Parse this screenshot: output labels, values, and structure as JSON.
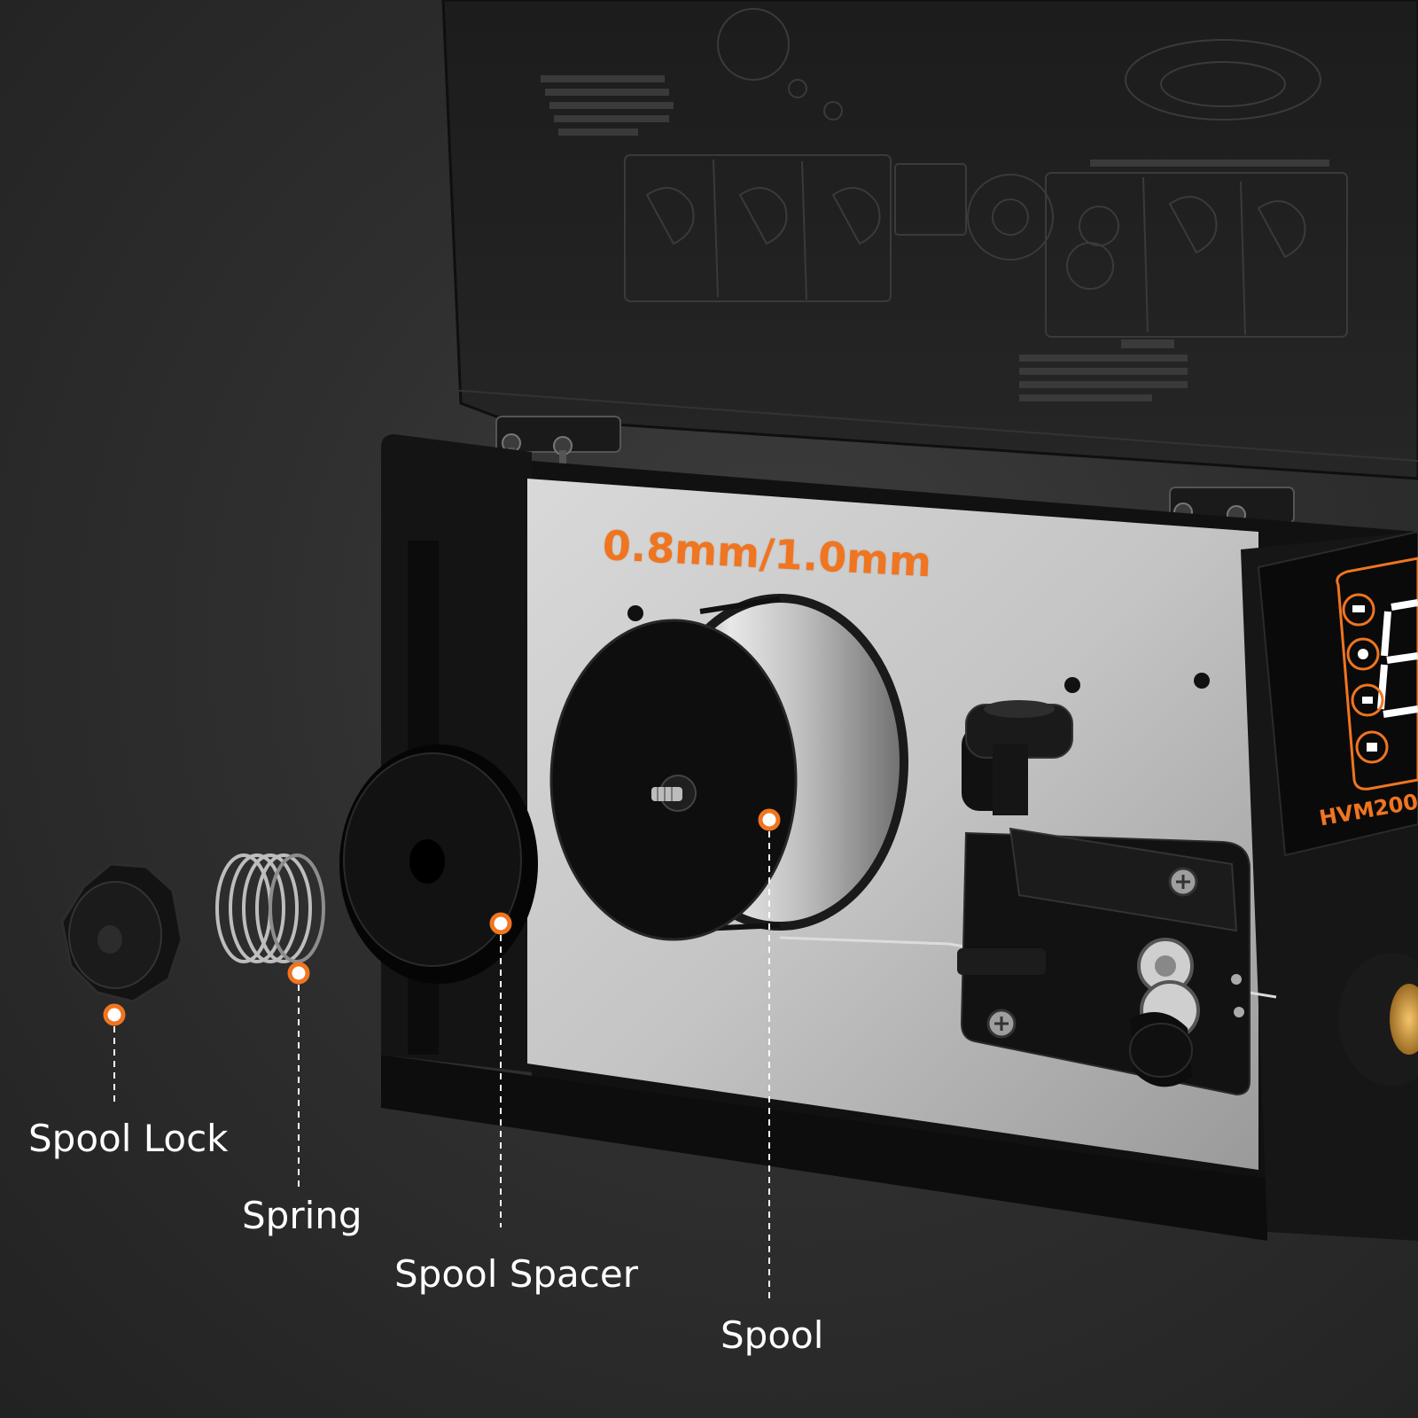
{
  "size_label": "0.8mm/1.0mm",
  "model_label": "HVM200",
  "accent_color": "#f07520",
  "components": [
    {
      "key": "spool_lock",
      "label": "Spool Lock"
    },
    {
      "key": "spring",
      "label": "Spring"
    },
    {
      "key": "spool_spacer",
      "label": "Spool Spacer"
    },
    {
      "key": "spool",
      "label": "Spool"
    }
  ],
  "panel_icons": [
    "wire-feed-icon",
    "hand-icon",
    "gas-icon",
    "settings-icon"
  ]
}
